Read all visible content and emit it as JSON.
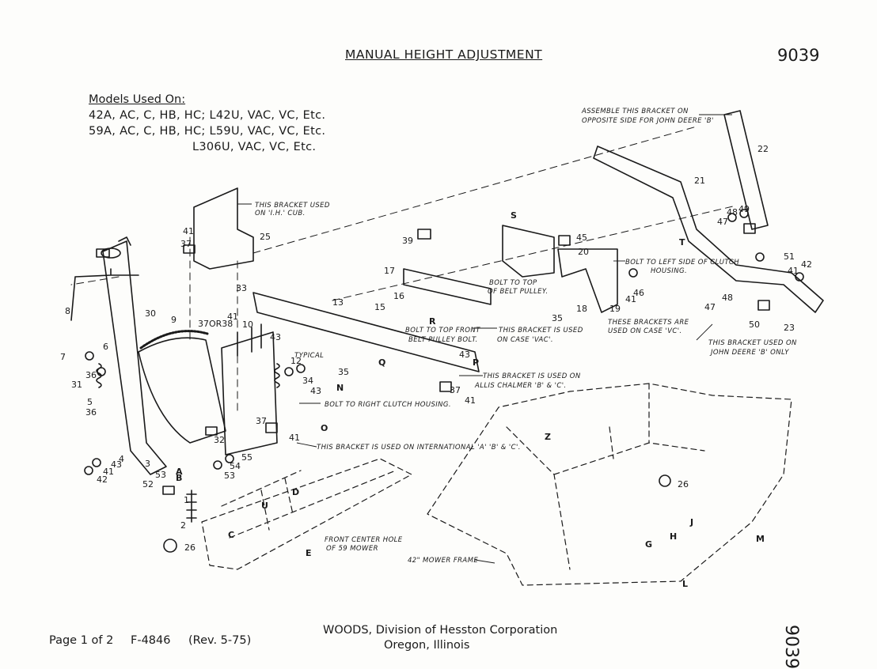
{
  "header": {
    "title": "MANUAL HEIGHT ADJUSTMENT",
    "doc_number": "9039"
  },
  "models": {
    "heading": "Models Used On:",
    "lines": [
      "42A, AC, C, HB, HC; L42U, VAC, VC, Etc.",
      "59A, AC, C, HB, HC; L59U, VAC, VC, Etc.",
      "L306U, VAC, VC, Etc."
    ]
  },
  "captions": {
    "ih_cub": "THIS BRACKET USED ON 'I.H.' CUB",
    "ih_cub_1": "THIS BRACKET USED",
    "ih_cub_2": "ON 'I.H.' CUB.",
    "assemble_1": "ASSEMBLE THIS BRACKET ON",
    "assemble_2": "OPPOSITE SIDE FOR JOHN DEERE 'B'",
    "left_clutch_1": "BOLT TO LEFT SIDE OF CLUTCH",
    "left_clutch_2": "HOUSING.",
    "belt_pulley_1": "BOLT TO TOP",
    "belt_pulley_2": "OF BELT PULLEY.",
    "front_pulley_1": "BOLT TO TOP FRONT",
    "front_pulley_2": "BELT PULLEY BOLT.",
    "case_vac_1": "THIS BRACKET IS USED",
    "case_vac_2": "ON CASE 'VAC'.",
    "case_vc_1": "THESE BRACKETS ARE",
    "case_vc_2": "USED ON CASE 'VC'.",
    "jd_b_1": "THIS BRACKET USED ON",
    "jd_b_2": "JOHN DEERE 'B' ONLY",
    "allis_1": "THIS BRACKET IS USED ON",
    "allis_2": "ALLIS CHALMER 'B' & 'C'.",
    "typical": "TYPICAL",
    "right_clutch": "BOLT TO RIGHT CLUTCH HOUSING.",
    "international": "THIS BRACKET IS USED ON INTERNATIONAL 'A' 'B' & 'C'.",
    "front_center_1": "FRONT CENTER HOLE",
    "front_center_2": "OF 59 MOWER",
    "mower_frame": "42\" MOWER FRAME"
  },
  "part_numbers": [
    "1",
    "2",
    "3",
    "4",
    "5",
    "6",
    "7",
    "8",
    "9",
    "10",
    "12",
    "13",
    "15",
    "16",
    "17",
    "18",
    "19",
    "20",
    "21",
    "22",
    "23",
    "25",
    "26",
    "30",
    "31",
    "32",
    "33",
    "34",
    "35",
    "36",
    "37",
    "37OR38",
    "39",
    "41",
    "42",
    "43",
    "45",
    "46",
    "47",
    "48",
    "49",
    "50",
    "51",
    "52",
    "53",
    "54",
    "55"
  ],
  "part_letters": [
    "A",
    "B",
    "C",
    "D",
    "E",
    "G",
    "H",
    "J",
    "L",
    "M",
    "N",
    "O",
    "P",
    "Q",
    "R",
    "S",
    "T",
    "U",
    "Z"
  ],
  "footer": {
    "page": "Page 1 of 2",
    "form": "F-4846",
    "rev": "(Rev. 5-75)",
    "company": "WOODS, Division of Hesston Corporation",
    "location": "Oregon, Illinois",
    "side_number": "9039"
  }
}
